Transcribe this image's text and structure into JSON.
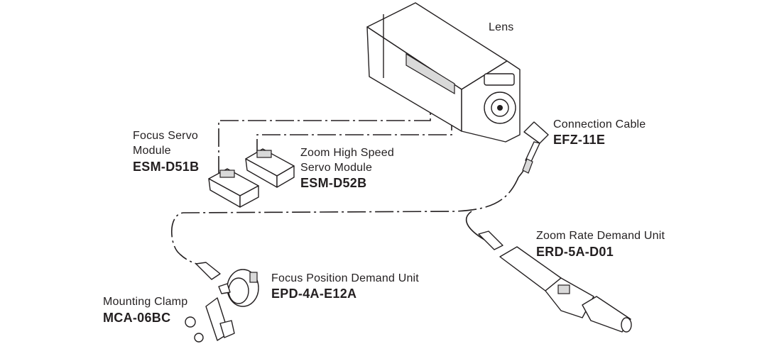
{
  "components": {
    "lens": {
      "name": "Lens"
    },
    "connection_cable": {
      "name": "Connection Cable",
      "model": "EFZ-11E"
    },
    "focus_servo": {
      "name_line1": "Focus Servo",
      "name_line2": "Module",
      "model": "ESM-D51B"
    },
    "zoom_servo": {
      "name_line1": "Zoom High Speed",
      "name_line2": "Servo Module",
      "model": "ESM-D52B"
    },
    "zoom_rate_demand": {
      "name": "Zoom Rate Demand Unit",
      "model": "ERD-5A-D01"
    },
    "focus_position_demand": {
      "name": "Focus Position Demand Unit",
      "model": "EPD-4A-E12A"
    },
    "mounting_clamp": {
      "name": "Mounting Clamp",
      "model": "MCA-06BC"
    }
  },
  "colors": {
    "line": "#231f20",
    "background": "#ffffff"
  }
}
